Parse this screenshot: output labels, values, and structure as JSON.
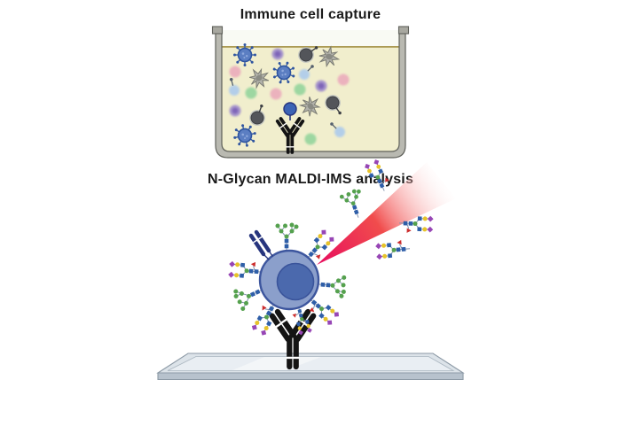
{
  "titles": {
    "capture": "Immune cell capture",
    "analysis": "N-Glycan MALDI-IMS analysis"
  },
  "palette": {
    "liquid": "#f1eecd",
    "headspace": "#f9faf4",
    "surface_line": "#ac9b55",
    "well_wall": "#b9b9b1",
    "well_cap": "#a8a8a0",
    "spiky_cell": "#5b7ec2",
    "pink_cell": "#eba8bb",
    "green_cell": "#8fd39a",
    "light_blue_cell": "#a9c9ee",
    "purple_cell": "#9a86cc",
    "purple_cell_core": "#7a60b6",
    "monocyte": "#53555a",
    "dendritic": "#b2b2ab",
    "dendritic_core": "#8a8b84",
    "antibody_black": "#141414",
    "captured_cell": "#3c63b5",
    "cell_body": "#8b9fcb",
    "cell_outline": "#3d569e",
    "nucleus": "#4b69ad",
    "receptor_blue": "#27357e",
    "laser_core": "#e80f5e",
    "laser_mid": "#f04343",
    "slide_top": "#dce3e9",
    "slide_bevel": "#e9eef3",
    "slide_front": "#b7c2cd",
    "glycan_glcnac": "#2e5ea8",
    "glycan_mannose": "#55a14e",
    "glycan_galactose": "#e7c32a",
    "glycan_sialic_acid": "#9746b5",
    "glycan_fucose": "#cc2c2c"
  },
  "icons": {
    "culture_well": "cell culture well with mixed immune cells",
    "antibody": "Y-shaped capture antibody",
    "immune_cell": "captured immune cell with nucleus",
    "receptor": "blue surface antibody fragment",
    "glycan": "branched N-glycan symbol tree",
    "laser": "MALDI laser beam",
    "slide": "glass microscope slide"
  }
}
